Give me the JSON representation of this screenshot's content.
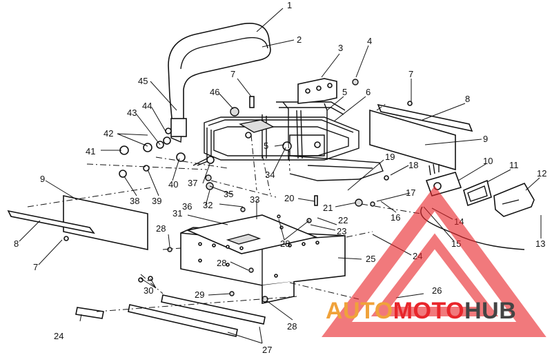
{
  "diagram": {
    "labels": [
      "1",
      "2",
      "3",
      "4",
      "5",
      "5",
      "6",
      "7",
      "7",
      "7",
      "8",
      "8",
      "9",
      "9",
      "10",
      "11",
      "12",
      "13",
      "14",
      "15",
      "16",
      "17",
      "18",
      "19",
      "20",
      "21",
      "22",
      "23",
      "24",
      "24",
      "25",
      "26",
      "27",
      "28",
      "28",
      "28",
      "28",
      "29",
      "30",
      "31",
      "32",
      "33",
      "34",
      "35",
      "36",
      "37",
      "38",
      "39",
      "40",
      "41",
      "42",
      "43",
      "44",
      "45",
      "46"
    ]
  },
  "watermark": {
    "brand_part1": "AUTO",
    "brand_part2": "MOTO",
    "brand_part3": "HUB",
    "color_red": "#e8262b",
    "color_orange": "#f0a23a",
    "color_dark": "#444444"
  }
}
